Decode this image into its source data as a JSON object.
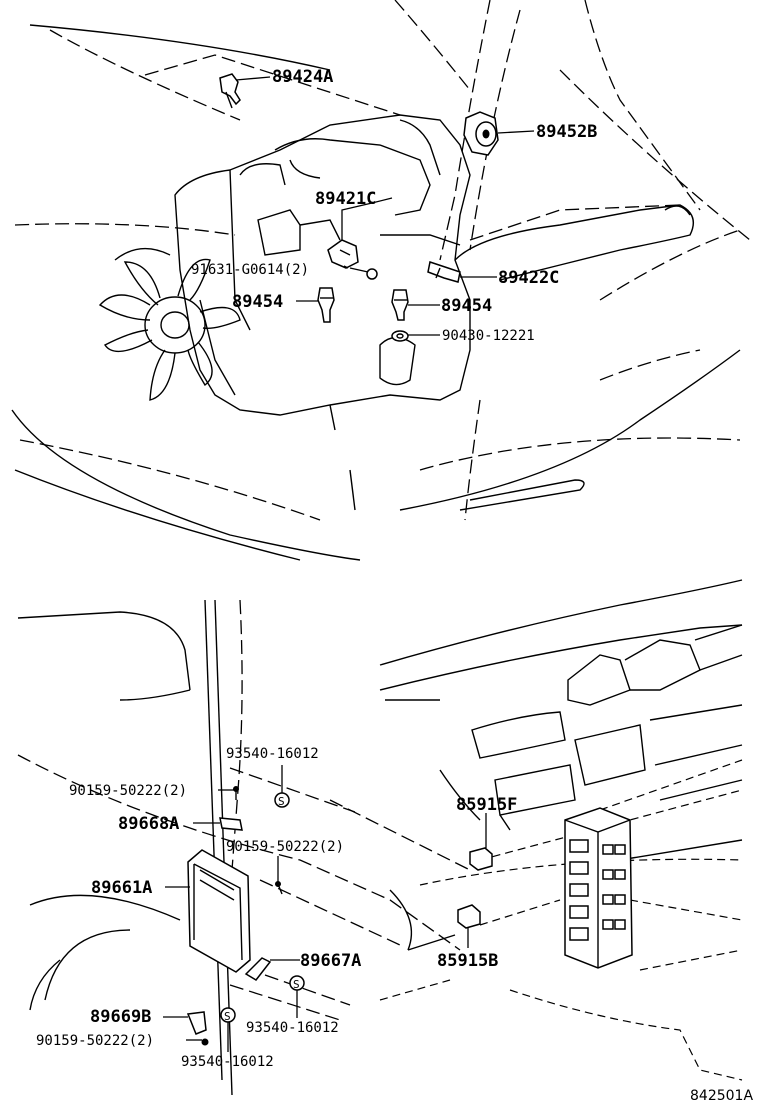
{
  "diagram": {
    "drawing_number": "842501A",
    "labels": {
      "p89424A": "89424A",
      "p89452B": "89452B",
      "p89421C": "89421C",
      "p91631": "91631-G0614(2)",
      "p89422C": "89422C",
      "p89454_left": "89454",
      "p89454_right": "89454",
      "p90430": "90430-12221",
      "p93540_top": "93540-16012",
      "p90159_a": "90159-50222(2)",
      "p89668A": "89668A",
      "p90159_b": "90159-50222(2)",
      "p89661A": "89661A",
      "p89667A": "89667A",
      "p89669B": "89669B",
      "p93540_mid": "93540-16012",
      "p90159_c": "90159-50222(2)",
      "p93540_bot": "93540-16012",
      "p85915F": "85915F",
      "p85915B": "85915B"
    },
    "symbols": {
      "s_mark": "S"
    }
  }
}
